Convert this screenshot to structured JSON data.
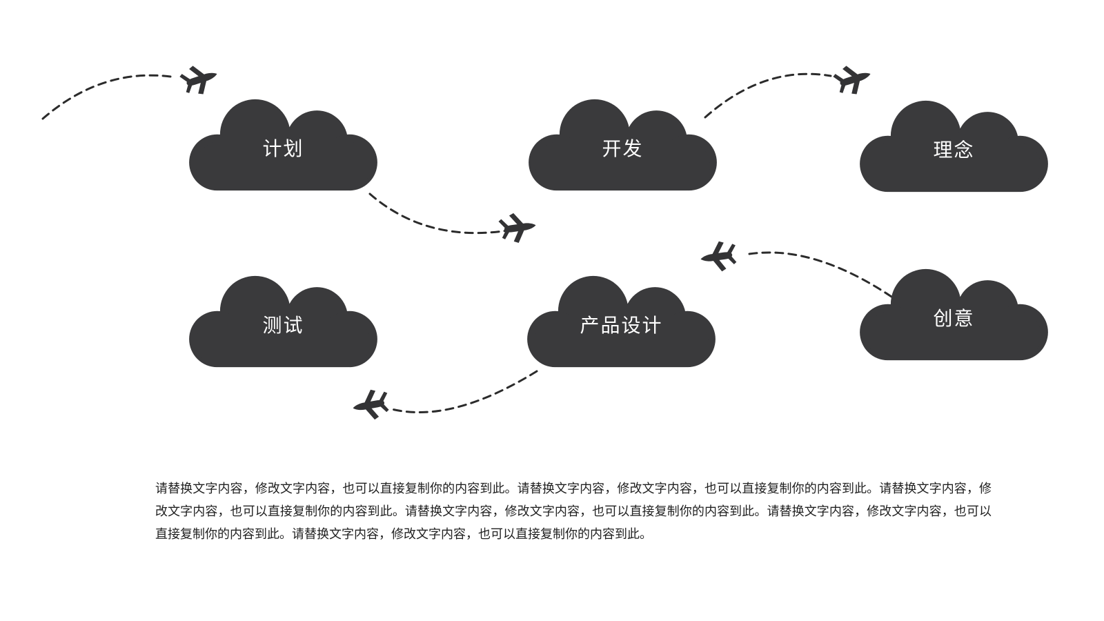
{
  "slide": {
    "title_hint": "product process cloud diagram",
    "colors": {
      "background": "#ffffff",
      "cloud_fill": "#3a3a3c",
      "cloud_label": "#ffffff",
      "flight_path": "#2b2b2b",
      "body_text": "#1f1f1f"
    },
    "clouds": [
      {
        "label": "计划"
      },
      {
        "label": "开发"
      },
      {
        "label": "理念"
      },
      {
        "label": "测试"
      },
      {
        "label": "产品设计"
      },
      {
        "label": "创意"
      }
    ],
    "icons": {
      "airplane": "airplane-icon (jet silhouette ✈, appears 5 times along dashed flight paths)"
    },
    "body_text": "请替换文字内容，修改文字内容，也可以直接复制你的内容到此。请替换文字内容，修改文字内容，也可以直接复制你的内容到此。请替换文字内容，修改文字内容，也可以直接复制你的内容到此。请替换文字内容，修改文字内容，也可以直接复制你的内容到此。请替换文字内容，修改文字内容，也可以直接复制你的内容到此。请替换文字内容，修改文字内容，也可以直接复制你的内容到此。"
  }
}
